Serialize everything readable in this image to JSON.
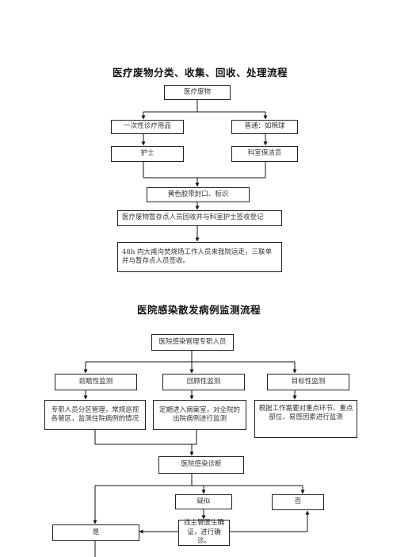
{
  "flow1": {
    "title": "医疗废物分类、收集、回收、处理流程",
    "medical_waste": "医疗废物",
    "disposable": "一次性诊疗用品",
    "general": "普通：如棉球",
    "nurse": "护士",
    "cleaner": "科室保洁员",
    "seal": "黄色胶带封口、标识",
    "storage": "医疗废物暂存点人员回收并与科室护士签收登记",
    "transport": "48h 内大甫沟焚烧场工作人员来我院运走，三联单并与暂存点人员签收。"
  },
  "flow2": {
    "title": "医院感染散发病例监测流程",
    "manager": "医院感染管理专职人员",
    "prospective": "前瞻性监测",
    "retrospective": "回顾性监测",
    "targeted": "目标性监测",
    "prospective_desc": "专职人员分区管理，常规巡视各管区，监测住院病例的情况",
    "retrospective_desc": "定期进入病案室，对全院的出院病例进行监测",
    "targeted_desc": "根据工作需要对重点环节、重点部位、易感因素进行监测",
    "diagnosis": "医院感染诊断",
    "suspected": "疑似",
    "no": "否",
    "yes": "是",
    "confirm": "找主管医生确证，进行确诊。"
  }
}
